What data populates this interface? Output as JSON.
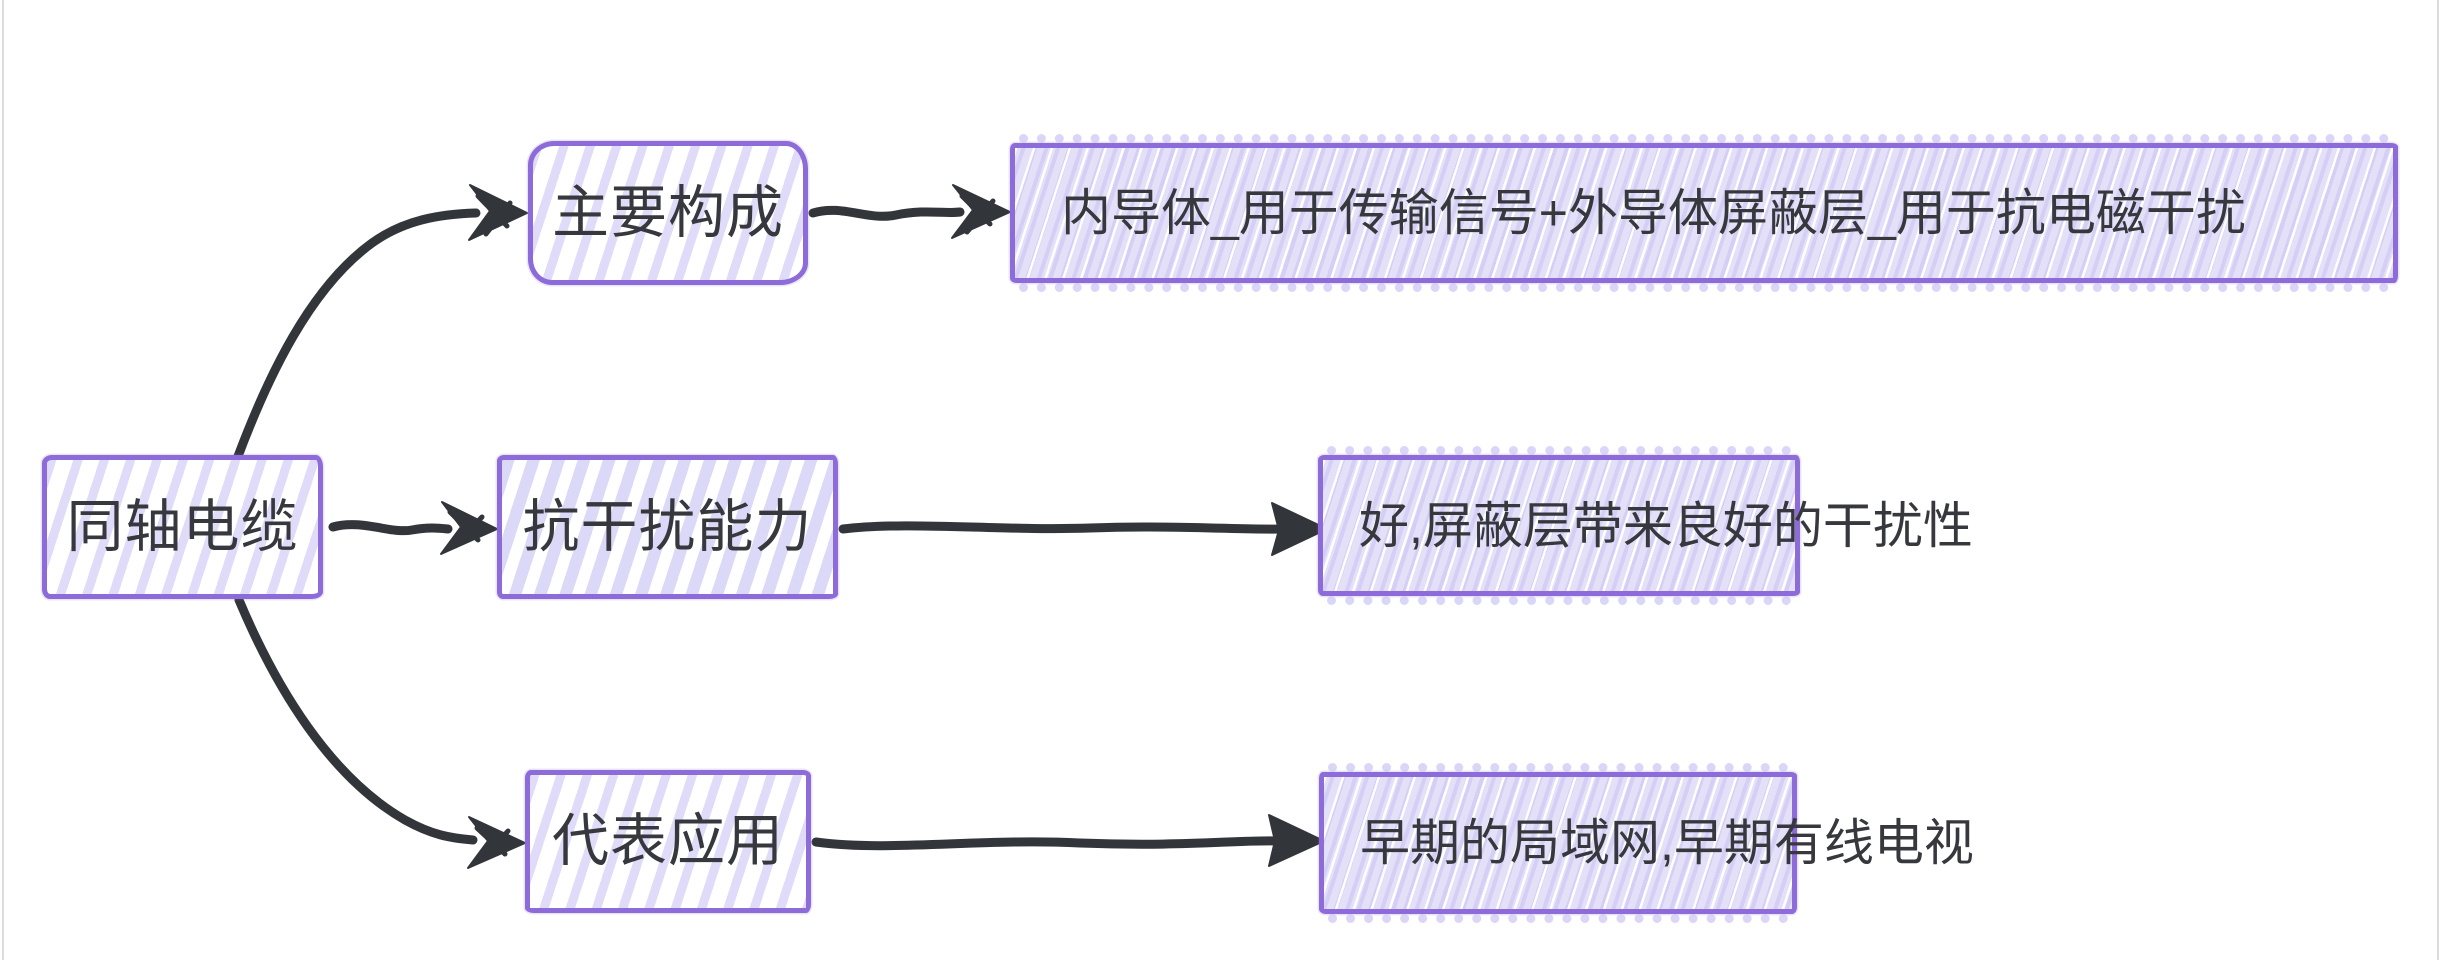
{
  "diagram": {
    "type": "mindmap",
    "root": {
      "label": "同轴电缆"
    },
    "branches": [
      {
        "label": "主要构成",
        "value": "内导体_用于传输信号+外导体屏蔽层_用于抗电磁干扰"
      },
      {
        "label": "抗干扰能力",
        "value": "好,屏蔽层带来良好的干扰性"
      },
      {
        "label": "代表应用",
        "value": "早期的局域网,早期有线电视"
      }
    ],
    "colors": {
      "node_border": "#8d6bd8",
      "node_hatch": "#d9d3f4",
      "leaf_fill": "#e3e0f8",
      "connector": "#32353a",
      "text": "#36383d",
      "canvas_edge": "#dcdcdc"
    }
  }
}
